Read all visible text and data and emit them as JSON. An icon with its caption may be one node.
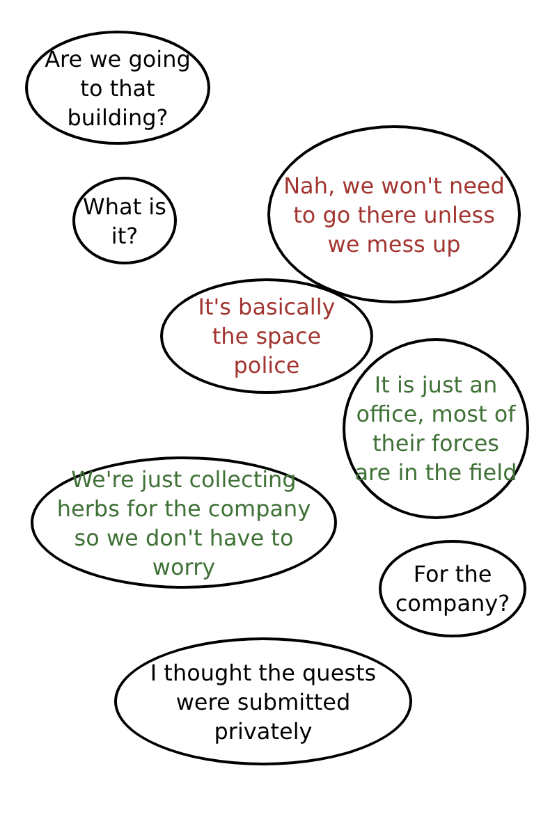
{
  "diagram": {
    "nodes": [
      {
        "text": [
          "Are we going to that building?"
        ]
      },
      {
        "text": [
          "Nah, we won't need to go there unless we mess up"
        ]
      },
      {
        "text": [
          "What is it?"
        ]
      },
      {
        "text": [
          "It's basically the space police"
        ]
      },
      {
        "text": [
          "It is just an office, most of their forces are in the field"
        ]
      },
      {
        "text": [
          "We're just collecting herbs for the company so we don't have to worry"
        ]
      },
      {
        "text": [
          "For the company?"
        ]
      },
      {
        "text": [
          "I thought the quests were submitted privately"
        ]
      }
    ]
  }
}
